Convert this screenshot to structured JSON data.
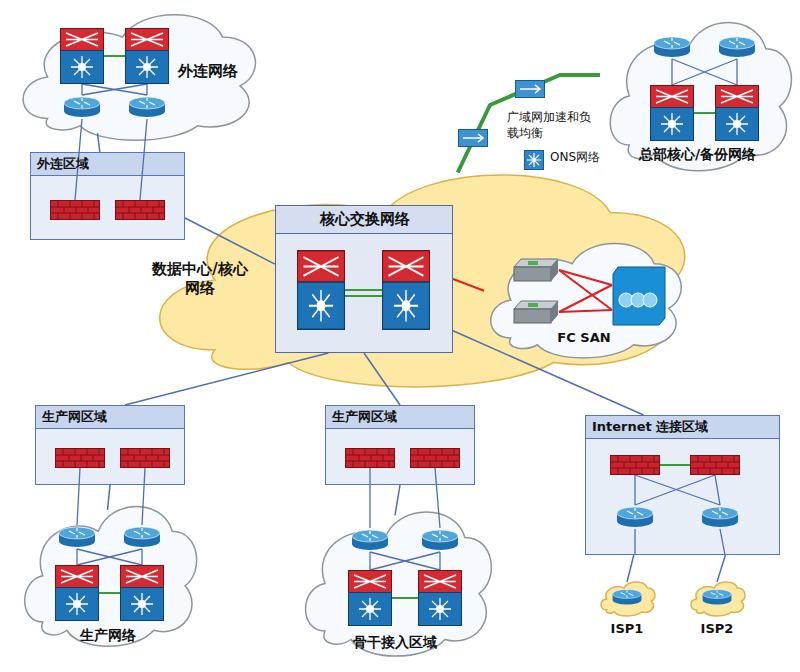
{
  "diagram": {
    "nodes": [
      {
        "text": [
          "外连网络"
        ]
      },
      {
        "text": [
          "总部核心/备份网络"
        ]
      },
      {
        "text": [
          "外连区域"
        ]
      },
      {
        "text": [
          "数据中心/核心网络"
        ]
      },
      {
        "text": [
          "核心交换网络"
        ],
        "in": 3
      },
      {
        "text": [
          "FC SAN"
        ],
        "in": 3
      },
      {
        "text": [
          "生产网区域"
        ]
      },
      {
        "text": [
          "生产网区域"
        ]
      },
      {
        "text": [
          "Internet 连接区域"
        ]
      },
      {
        "text": [
          "生产网络"
        ]
      },
      {
        "text": [
          "骨干接入区域"
        ]
      },
      {
        "text": [
          "ISP1"
        ]
      },
      {
        "text": [
          "ISP2"
        ]
      }
    ],
    "edges": [
      {
        "from": 0,
        "to": 2,
        "arrow": "none"
      },
      {
        "from": 2,
        "to": 4,
        "arrow": "none"
      },
      {
        "from": 3,
        "to": 1,
        "arrow": "none"
      },
      {
        "from": 4,
        "to": 5,
        "arrow": "none"
      },
      {
        "from": 6,
        "to": 4,
        "arrow": "none"
      },
      {
        "from": 7,
        "to": 4,
        "arrow": "none"
      },
      {
        "from": 8,
        "to": 4,
        "arrow": "none"
      },
      {
        "from": 6,
        "to": 9,
        "arrow": "none"
      },
      {
        "from": 7,
        "to": 10,
        "arrow": "none"
      },
      {
        "from": 8,
        "to": 11,
        "arrow": "none"
      },
      {
        "from": 8,
        "to": 12,
        "arrow": "none"
      }
    ],
    "labels": [
      "广域网加速和负载均衡",
      "ONS网络"
    ]
  }
}
